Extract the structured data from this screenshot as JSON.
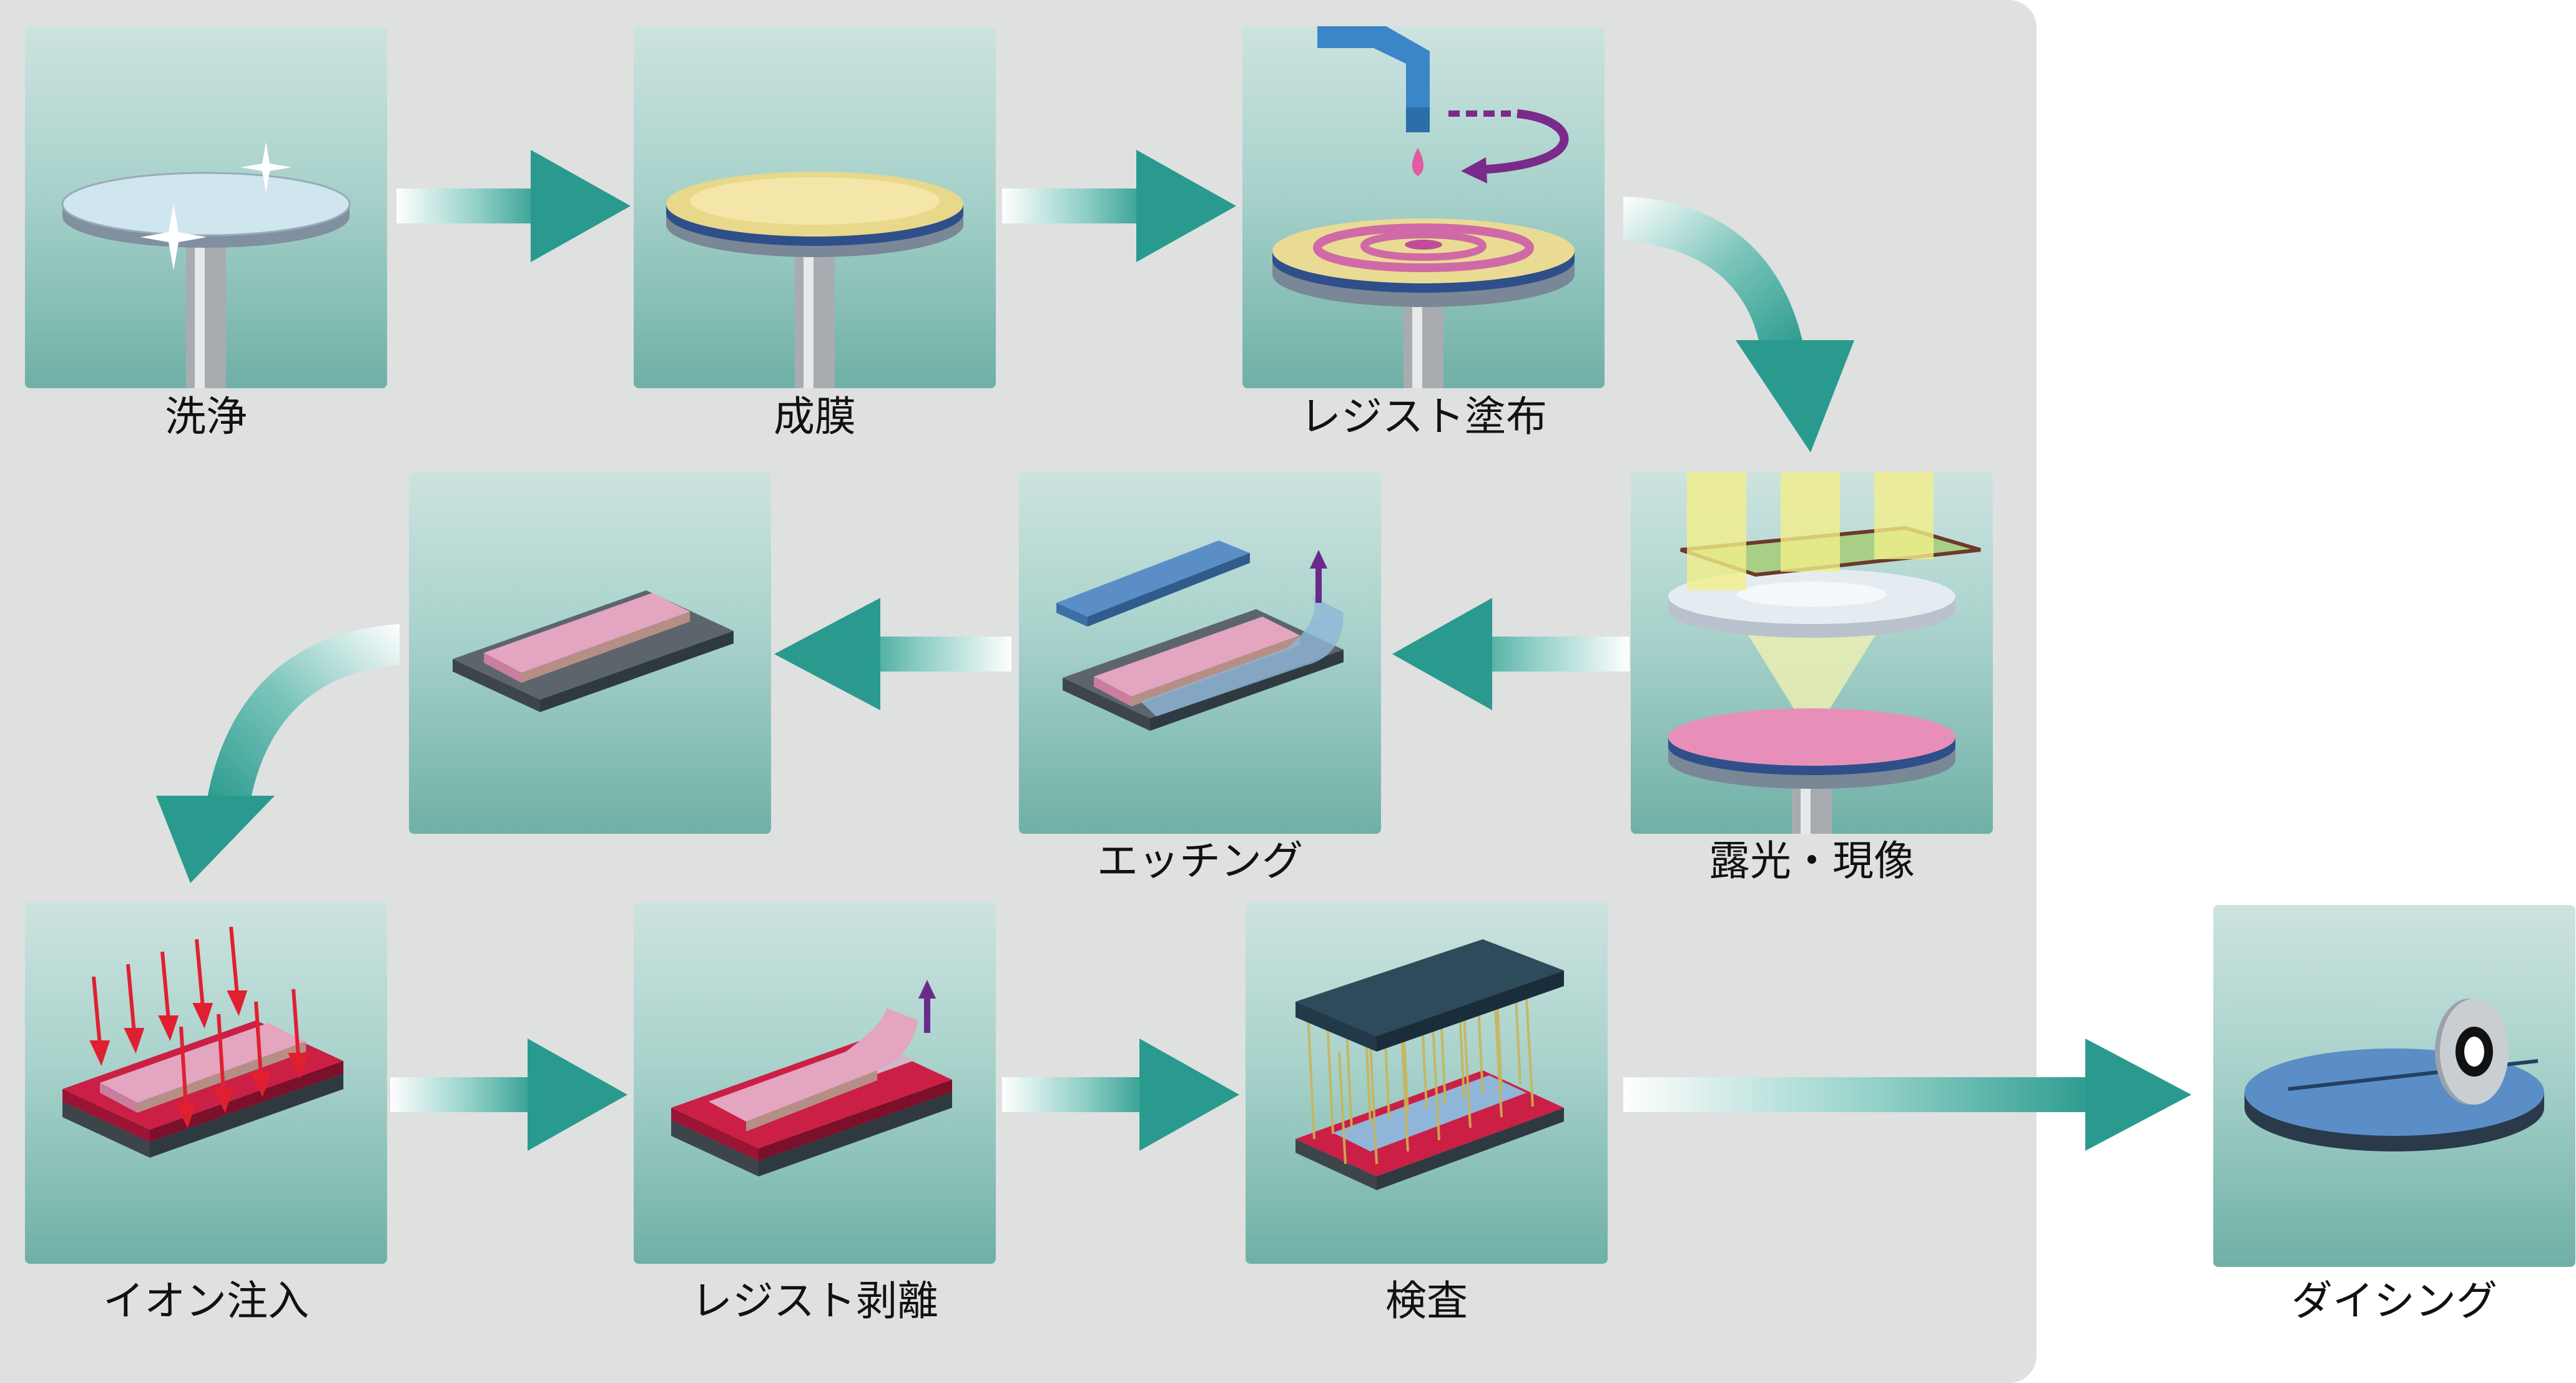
{
  "steps": {
    "cleaning": "洗浄",
    "deposition": "成膜",
    "resist_coating": "レジスト塗布",
    "exposure_development": "露光・現像",
    "etching": "エッチング",
    "ion_implantation": "イオン注入",
    "resist_stripping": "レジスト剥離",
    "inspection": "検査",
    "dicing": "ダイシング"
  },
  "colors": {
    "panel_background": "#dfe0e0",
    "tile_top": "#cde3e0",
    "tile_bottom": "#6fb0a6",
    "arrow": "#2a9a8e",
    "resist_pink": "#e7a2c1",
    "implant_red": "#cc1f45",
    "wafer_blue": "#5b8ec7"
  }
}
